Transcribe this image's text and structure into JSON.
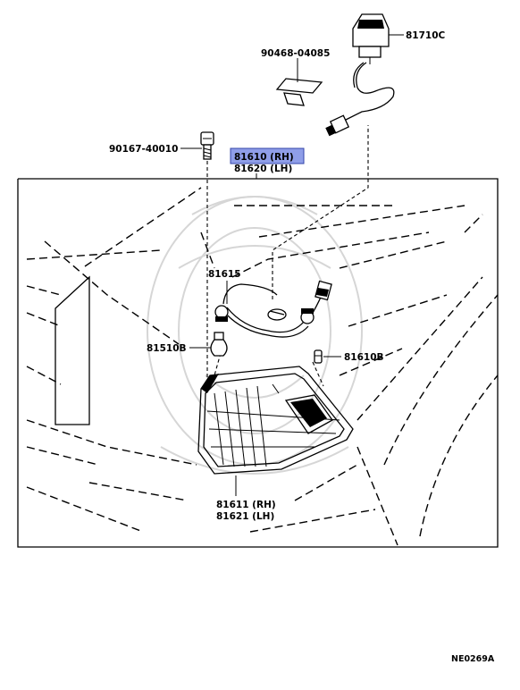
{
  "diagram_code": "NE0269A",
  "highlight_color": "#8f9ee8",
  "labels": {
    "switch": "81710C",
    "clip": "90468-04085",
    "screw": "90167-40010",
    "lamp_rh": "81610 (RH)",
    "lamp_lh": "81620 (LH)",
    "socket": "81615",
    "bulb_left": "81510B",
    "bulb_right": "81610B",
    "lens_rh": "81611 (RH)",
    "lens_lh": "81621 (LH)"
  }
}
